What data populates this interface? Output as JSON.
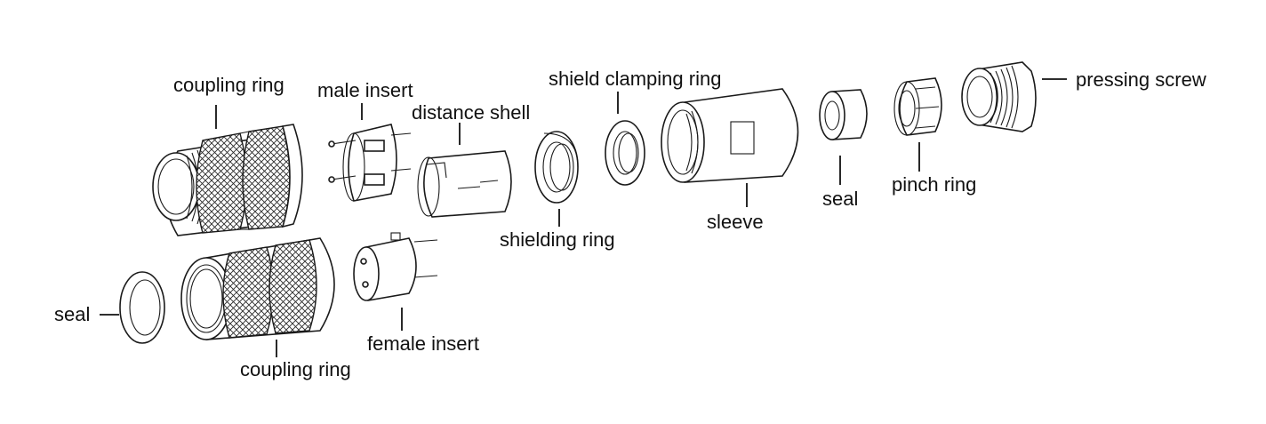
{
  "labels": {
    "coupling_ring_top": "coupling ring",
    "male_insert": "male insert",
    "distance_shell": "distance shell",
    "shield_clamping_ring": "shield clamping ring",
    "pressing_screw": "pressing screw",
    "shielding_ring": "shielding ring",
    "sleeve": "sleeve",
    "seal_right": "seal",
    "pinch_ring": "pinch ring",
    "seal_left": "seal",
    "female_insert": "female insert",
    "coupling_ring_bottom": "coupling ring"
  },
  "colors": {
    "line": "#1a1a1a",
    "text": "#111111",
    "background": "#ffffff"
  }
}
